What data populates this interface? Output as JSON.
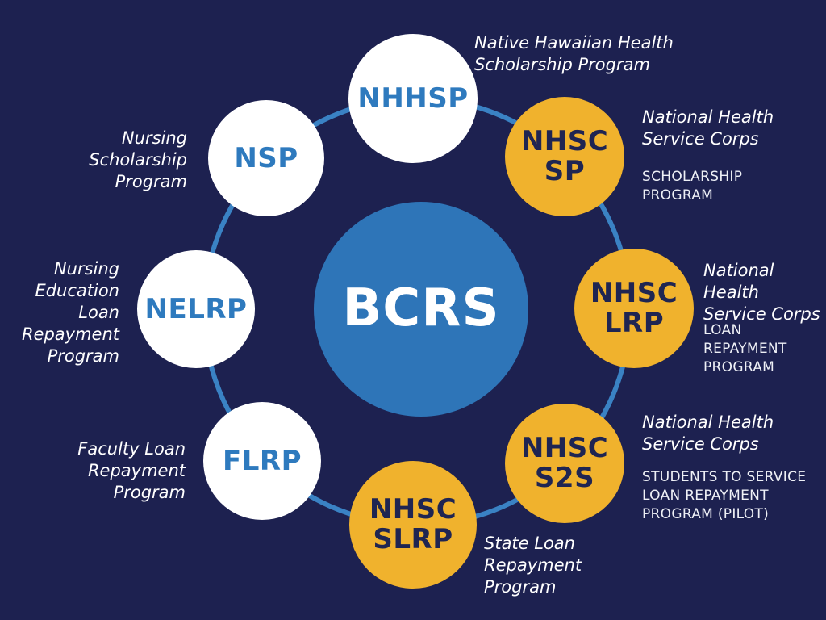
{
  "title": "BCRS programs diagram",
  "colors": {
    "bg": "#1d2150",
    "hub-blue": "#2e75b8",
    "ring": "#3a82c4",
    "gold": "#f0b22d",
    "abbr-blue": "#2e7abe",
    "navy-text": "#1f2552",
    "white": "#ffffff"
  },
  "hub": {
    "abbr": "BCRS"
  },
  "nodes": {
    "nhhsp": {
      "abbr": "NHHSP",
      "label_lines": [
        "Native Hawaiian Health",
        "Scholarship Program"
      ]
    },
    "nsp": {
      "abbr": "NSP",
      "label_lines": [
        "Nursing",
        "Scholarship",
        "Program"
      ]
    },
    "nelrp": {
      "abbr": "NELRP",
      "label_lines": [
        "Nursing",
        "Education",
        "Loan",
        "Repayment",
        "Program"
      ]
    },
    "flrp": {
      "abbr": "FLRP",
      "label_lines": [
        "Faculty Loan",
        "Repayment",
        "Program"
      ]
    },
    "nhsc_sp": {
      "abbr_lines": [
        "NHSC",
        "SP"
      ],
      "name_lines": [
        "National Health",
        "Service Corps"
      ],
      "sub_lines": [
        "SCHOLARSHIP",
        "PROGRAM"
      ]
    },
    "nhsc_lrp": {
      "abbr_lines": [
        "NHSC",
        "LRP"
      ],
      "name_lines": [
        "National Health",
        "Service Corps"
      ],
      "sub_lines": [
        "LOAN REPAYMENT",
        "PROGRAM"
      ]
    },
    "nhsc_s2s": {
      "abbr_lines": [
        "NHSC",
        "S2S"
      ],
      "name_lines": [
        "National Health",
        "Service Corps"
      ],
      "sub_lines": [
        "STUDENTS TO SERVICE",
        "LOAN REPAYMENT",
        "PROGRAM (PILOT)"
      ]
    },
    "nhsc_slrp": {
      "abbr_lines": [
        "NHSC",
        "SLRP"
      ],
      "label_lines": [
        "State Loan",
        "Repayment",
        "Program"
      ]
    }
  }
}
